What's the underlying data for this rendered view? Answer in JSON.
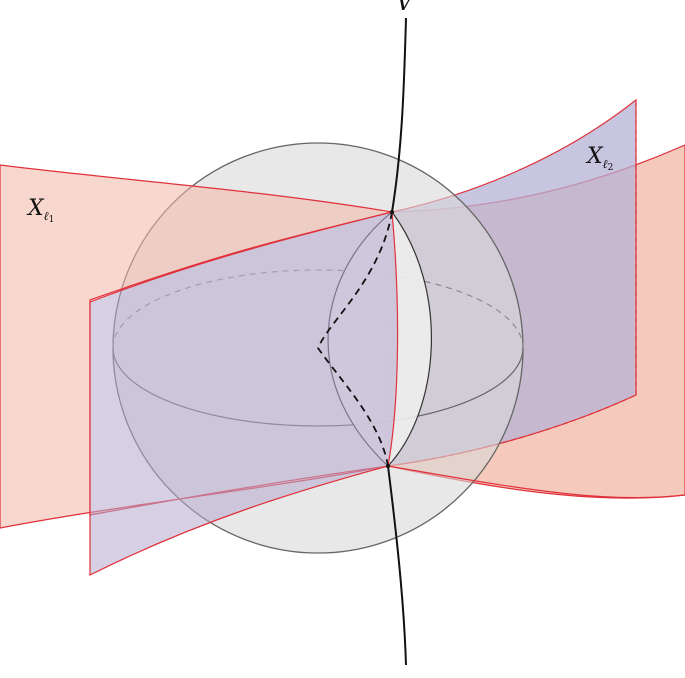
{
  "labels": {
    "curve": "V",
    "surface1": {
      "main": "X",
      "sub_letter": "ℓ",
      "sub_index": "1"
    },
    "surface2": {
      "main": "X",
      "sub_letter": "ℓ",
      "sub_index": "2"
    }
  },
  "colors": {
    "surface1_fill": "#f2b8a6",
    "surface2_fill": "#b6b1d6",
    "surface_edge": "#e0303a",
    "sphere_fill": "#d9d9d9",
    "sphere_edge": "#666666",
    "curve": "#111111"
  }
}
